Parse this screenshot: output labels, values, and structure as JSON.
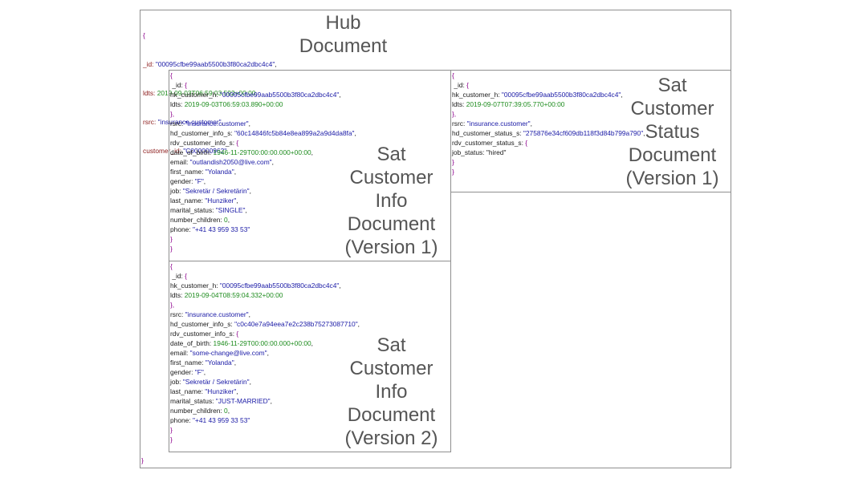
{
  "hub": {
    "open": "{",
    "close": "}",
    "fields": [
      {
        "key": "_id: ",
        "val": "\"00095cfbe99aab5500b3f80ca2dbc4c4\"",
        "tail": ","
      },
      {
        "key": "ldts: ",
        "val": "2019-09-03T06:59:03.592+00:00",
        "tail": ","
      },
      {
        "key": "rsrc: ",
        "val": "\"insurance.customer\"",
        "tail": ","
      },
      {
        "key": "customer_id: ",
        "val": "\"C000000962\"",
        "tail": ""
      }
    ],
    "title": [
      "Hub",
      "Document"
    ]
  },
  "sat_info_v1": {
    "lines": [
      {
        "t": "{",
        "c": "p"
      },
      {
        "t": " _id: ",
        "c": "k",
        "v": "{",
        "vc": "p"
      },
      {
        "t": "hk_customer_h: ",
        "c": "k",
        "v": "\"00095cfbe99aab5500b3f80ca2dbc4c4\"",
        "vc": "s",
        "tail": ","
      },
      {
        "t": "ldts: ",
        "c": "k",
        "v": "2019-09-03T06:59:03.890+00:00",
        "vc": "n"
      },
      {
        "t": "},",
        "c": "p"
      },
      {
        "t": "rsrc: ",
        "c": "k",
        "v": "\"insurance.customer\"",
        "vc": "s",
        "tail": ","
      },
      {
        "t": "hd_customer_info_s: ",
        "c": "k",
        "v": "\"60c14846fc5b84e8ea899a2a9d4da8fa\"",
        "vc": "s",
        "tail": ","
      },
      {
        "t": "rdv_customer_info_s: ",
        "c": "k",
        "v": "{",
        "vc": "p"
      },
      {
        "t": "date_of_birth: ",
        "c": "k",
        "v": "1946-11-29T00:00:00.000+00:00",
        "vc": "n",
        "tail": ","
      },
      {
        "t": "email: ",
        "c": "k",
        "v": "\"outlandish2050@live.com\"",
        "vc": "s",
        "tail": ","
      },
      {
        "t": "first_name: ",
        "c": "k",
        "v": "\"Yolanda\"",
        "vc": "s",
        "tail": ","
      },
      {
        "t": "gender: ",
        "c": "k",
        "v": "\"F\"",
        "vc": "s",
        "tail": ","
      },
      {
        "t": "job: ",
        "c": "k",
        "v": "\"Sekretär / Sekretärin\"",
        "vc": "s",
        "tail": ","
      },
      {
        "t": "last_name: ",
        "c": "k",
        "v": "\"Hunziker\"",
        "vc": "s",
        "tail": ","
      },
      {
        "t": "marital_status: ",
        "c": "k",
        "v": "\"SINGLE\"",
        "vc": "s",
        "tail": ","
      },
      {
        "t": "number_children: ",
        "c": "k",
        "v": "0",
        "vc": "n",
        "tail": ","
      },
      {
        "t": "phone: ",
        "c": "k",
        "v": "\"+41 43 959 33 53\"",
        "vc": "s"
      },
      {
        "t": "}",
        "c": "p"
      },
      {
        "t": "}",
        "c": "p"
      }
    ],
    "title": [
      "Sat",
      "Customer",
      "Info",
      "Document",
      "(Version 1)"
    ]
  },
  "sat_info_v2": {
    "lines": [
      {
        "t": "{",
        "c": "p"
      },
      {
        "t": " _id: ",
        "c": "k",
        "v": "{",
        "vc": "p"
      },
      {
        "t": "hk_customer_h: ",
        "c": "k",
        "v": "\"00095cfbe99aab5500b3f80ca2dbc4c4\"",
        "vc": "s",
        "tail": ","
      },
      {
        "t": "ldts: ",
        "c": "k",
        "v": "2019-09-04T08:59:04.332+00:00",
        "vc": "n"
      },
      {
        "t": "},",
        "c": "p"
      },
      {
        "t": "rsrc: ",
        "c": "k",
        "v": "\"insurance.customer\"",
        "vc": "s",
        "tail": ","
      },
      {
        "t": "hd_customer_info_s: ",
        "c": "k",
        "v": "\"c0c40e7a94eea7e2c238b75273087710\"",
        "vc": "s",
        "tail": ","
      },
      {
        "t": "rdv_customer_info_s: ",
        "c": "k",
        "v": "{",
        "vc": "p"
      },
      {
        "t": "date_of_birth: ",
        "c": "k",
        "v": "1946-11-29T00:00:00.000+00:00",
        "vc": "n",
        "tail": ","
      },
      {
        "t": "email: ",
        "c": "k",
        "v": "\"some-change@live.com\"",
        "vc": "s",
        "tail": ","
      },
      {
        "t": "first_name: ",
        "c": "k",
        "v": "\"Yolanda\"",
        "vc": "s",
        "tail": ","
      },
      {
        "t": "gender: ",
        "c": "k",
        "v": "\"F\"",
        "vc": "s",
        "tail": ","
      },
      {
        "t": "job: ",
        "c": "k",
        "v": "\"Sekretär / Sekretärin\"",
        "vc": "s",
        "tail": ","
      },
      {
        "t": "last_name: ",
        "c": "k",
        "v": "\"Hunziker\"",
        "vc": "s",
        "tail": ","
      },
      {
        "t": "marital_status: ",
        "c": "k",
        "v": "\"JUST-MARRIED\"",
        "vc": "s",
        "tail": ","
      },
      {
        "t": "number_children: ",
        "c": "k",
        "v": "0",
        "vc": "n",
        "tail": ","
      },
      {
        "t": "phone: ",
        "c": "k",
        "v": "\"+41 43 959 33 53\"",
        "vc": "s"
      },
      {
        "t": "}",
        "c": "p"
      },
      {
        "t": "}",
        "c": "p"
      }
    ],
    "title": [
      "Sat",
      "Customer",
      "Info",
      "Document",
      "(Version 2)"
    ]
  },
  "sat_status_v1": {
    "lines": [
      {
        "t": "{",
        "c": "p"
      },
      {
        "t": " _id: ",
        "c": "k",
        "v": "{",
        "vc": "p"
      },
      {
        "t": "hk_customer_h: ",
        "c": "k",
        "v": "\"00095cfbe99aab5500b3f80ca2dbc4c4\"",
        "vc": "s",
        "tail": ","
      },
      {
        "t": "ldts: ",
        "c": "k",
        "v": "2019-09-07T07:39:05.770+00:00",
        "vc": "n"
      },
      {
        "t": "},",
        "c": "p"
      },
      {
        "t": "rsrc: ",
        "c": "k",
        "v": "\"insurance.customer\"",
        "vc": "s",
        "tail": ","
      },
      {
        "t": "hd_customer_status_s: ",
        "c": "k",
        "v": "\"275876e34cf609db118f3d84b799a790\"",
        "vc": "s",
        "tail": ","
      },
      {
        "t": "rdv_customer_status_s: ",
        "c": "k",
        "v": "{",
        "vc": "p"
      },
      {
        "t": "job_status: ",
        "c": "k",
        "v": "\"hired\"",
        "vc": "k"
      },
      {
        "t": "}",
        "c": "p"
      },
      {
        "t": "}",
        "c": "p"
      }
    ],
    "title": [
      "Sat",
      "Customer",
      "Status",
      "Document",
      "(Version 1)"
    ]
  }
}
